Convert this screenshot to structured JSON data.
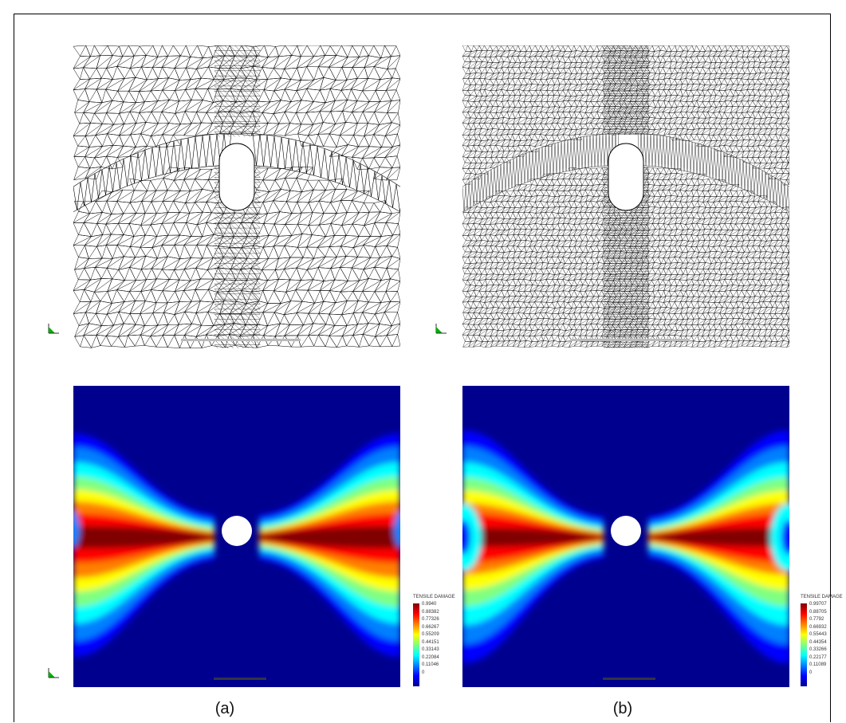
{
  "panels": {
    "a": {
      "caption": "(a)"
    },
    "b": {
      "caption": "(b)"
    }
  },
  "legends": {
    "a": {
      "title": "TENSILE DAMAGE",
      "ticks": [
        "0.9940",
        "0.88382",
        "0.77326",
        "0.66267",
        "0.55209",
        "0.44151",
        "0.33143",
        "0.22084",
        "0.11046",
        "0"
      ]
    },
    "b": {
      "title": "TENSILE DAMAGE",
      "ticks": [
        "0.99707",
        "0.88705",
        "0.7792",
        "0.66932",
        "0.55443",
        "0.44354",
        "0.33266",
        "0.22177",
        "0.11089",
        "0"
      ]
    }
  },
  "colors": {
    "background_field": "#00008f",
    "colormap": [
      "#00008f",
      "#0000ff",
      "#0080ff",
      "#00ffff",
      "#80ff80",
      "#ffff00",
      "#ff8000",
      "#ff0000",
      "#800000"
    ],
    "mesh_line": "#000000",
    "hole": "#ffffff"
  },
  "icons": {
    "triad": "coordinate-axes-icon"
  }
}
